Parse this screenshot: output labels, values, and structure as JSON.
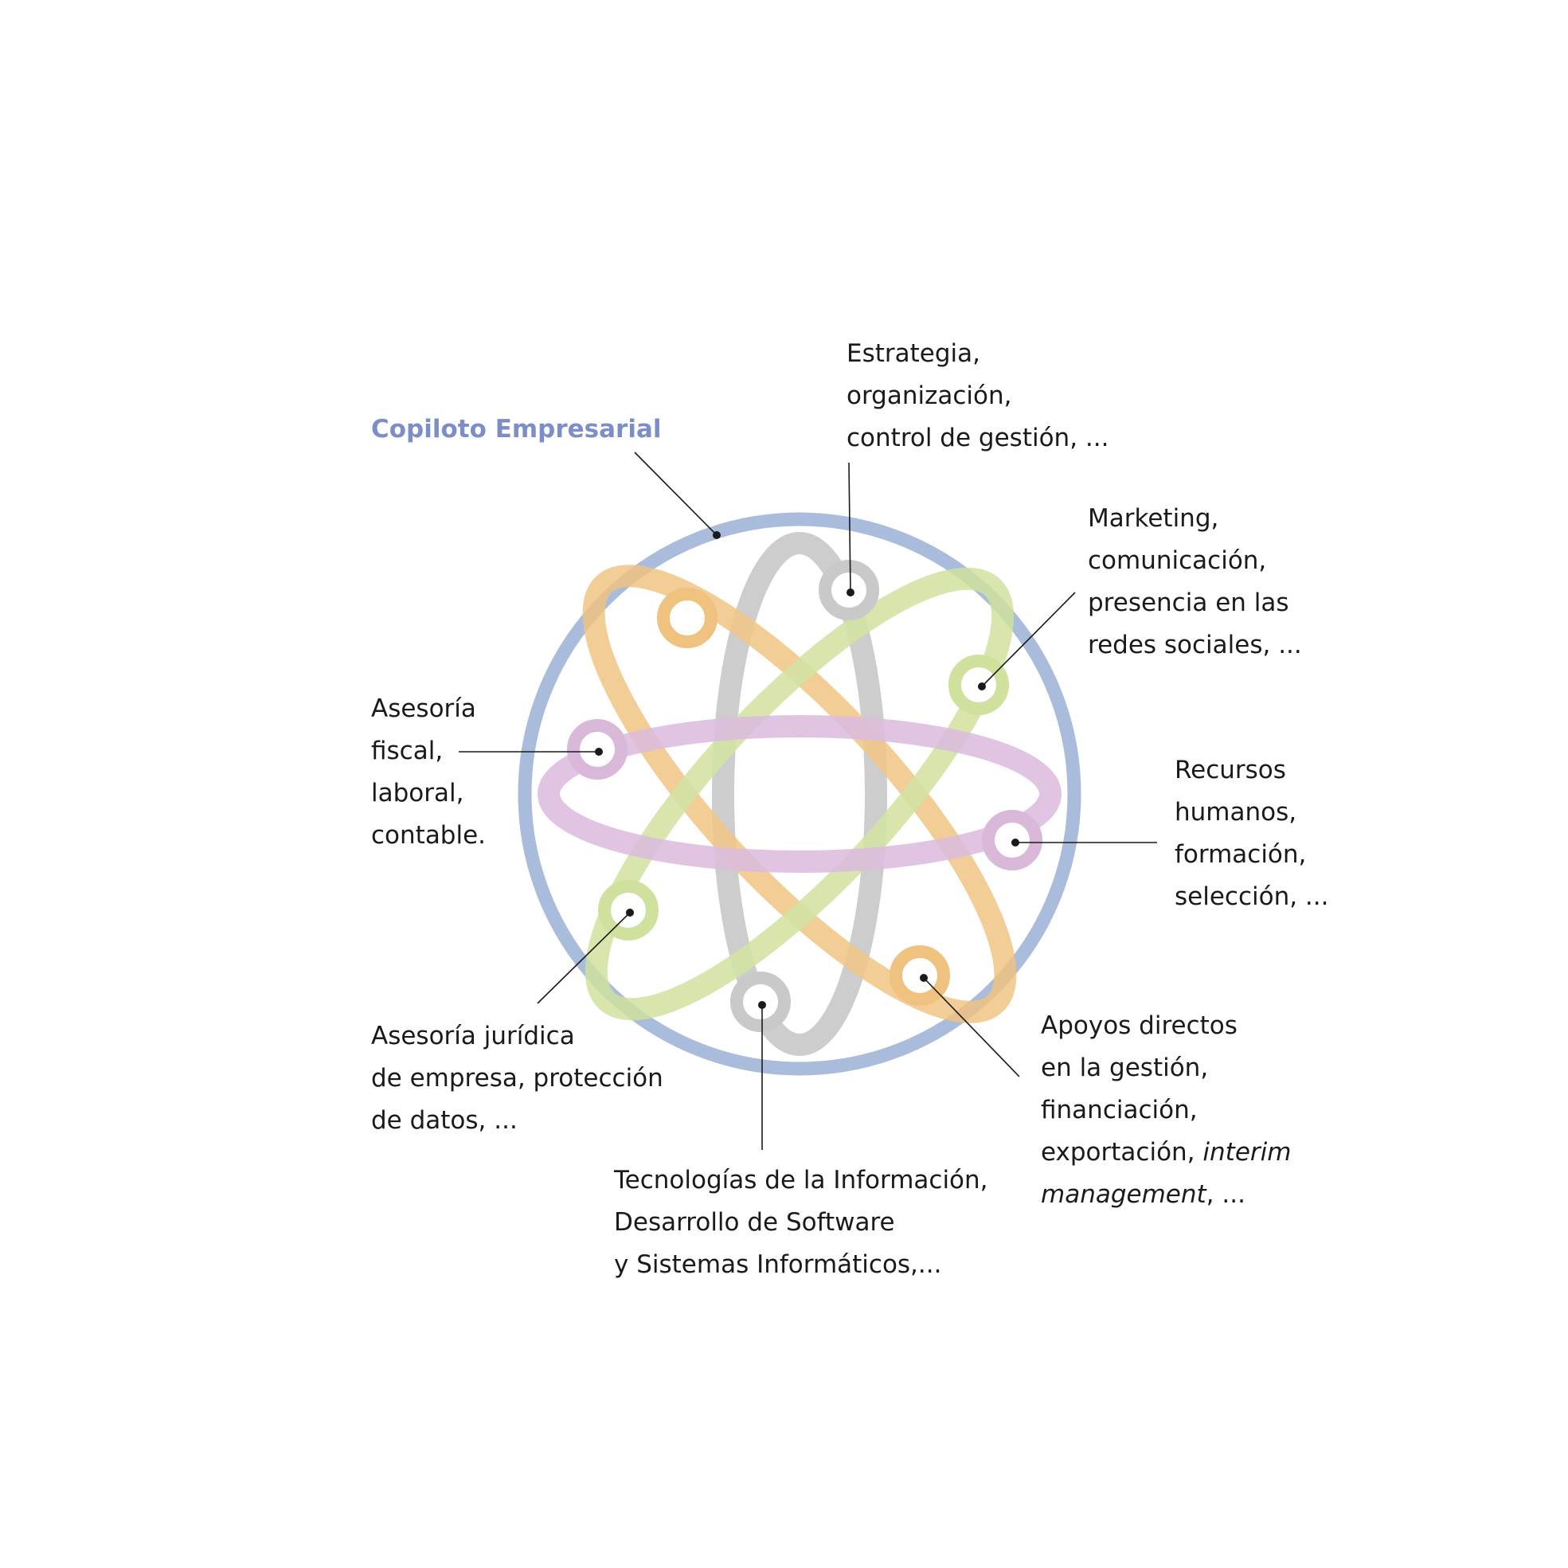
{
  "title": "Copiloto Empresarial",
  "colors": {
    "title": "#7c8ec7",
    "outer_ring": "#a9bcdc",
    "orbit_gray": "#c9c9c9",
    "orbit_orange": "#efc27f",
    "orbit_green": "#cfe19c",
    "orbit_purple": "#d9b8da",
    "text": "#1a1a1a"
  },
  "labels": {
    "estrategia": [
      "Estrategia,",
      "organización,",
      "control de gestión, ..."
    ],
    "marketing": [
      "Marketing,",
      "comunicación,",
      "presencia en las",
      "redes sociales, ..."
    ],
    "asesoria_fiscal": [
      "Asesoría",
      "fiscal,",
      "laboral,",
      "contable."
    ],
    "recursos": [
      "Recursos",
      "humanos,",
      "formación,",
      "selección, ..."
    ],
    "juridica": [
      "Asesoría jurídica",
      "de empresa, protección",
      "de datos, ..."
    ],
    "apoyos": {
      "lines": [
        "Apoyos directos",
        "en la gestión,",
        "financiación,"
      ],
      "line4_plain": "exportación, ",
      "line4_italic": "interim",
      "line5_italic": "management",
      "line5_plain": ", ..."
    },
    "tecnologias": [
      "Tecnologías de la Información,",
      "Desarrollo de Software",
      "y Sistemas Informáticos,..."
    ]
  }
}
